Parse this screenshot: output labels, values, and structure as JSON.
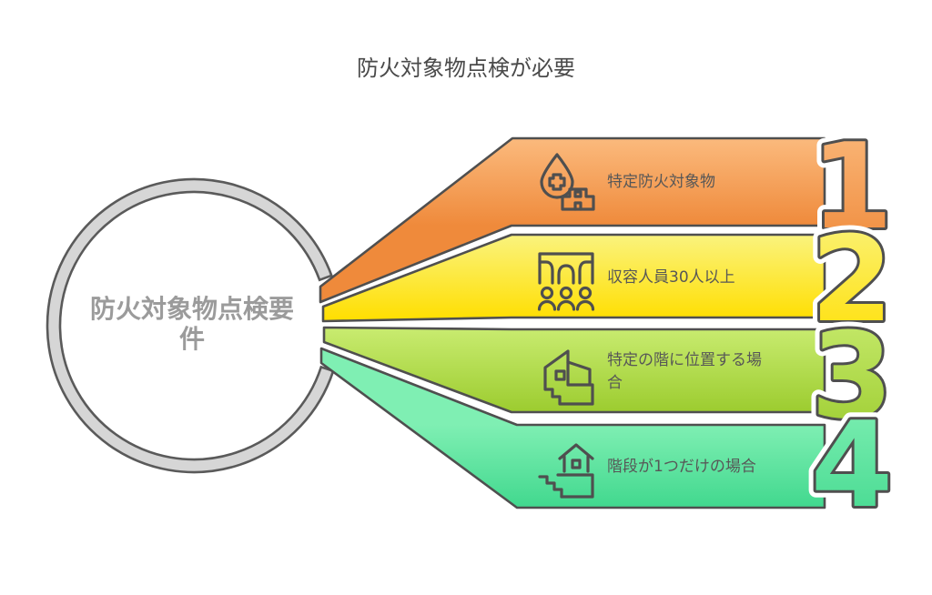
{
  "title": "防火対象物点検が必要",
  "hub": {
    "label_lines": [
      "防火対象物点検要",
      "件"
    ]
  },
  "items": [
    {
      "number": "1",
      "label_lines": [
        "特定防火対象物"
      ],
      "icon": "medical-drop-building-icon",
      "color_light": "#FBBA7D",
      "color_dark": "#EF8A3B"
    },
    {
      "number": "2",
      "label_lines": [
        "収容人員30人以上"
      ],
      "icon": "audience-stage-icon",
      "color_light": "#FAF37E",
      "color_dark": "#FFDF04"
    },
    {
      "number": "3",
      "label_lines": [
        "特定の階に位置する場",
        "合"
      ],
      "icon": "building-floor-steps-icon",
      "color_light": "#C8EB6F",
      "color_dark": "#9CCC2F"
    },
    {
      "number": "4",
      "label_lines": [
        "階段が1つだけの場合"
      ],
      "icon": "house-on-stairs-icon",
      "color_light": "#7FEFB3",
      "color_dark": "#41D88E"
    }
  ],
  "colors": {
    "outline": "#4F4F4F",
    "ring_fill": "#D6D6D6",
    "ring_stroke": "#5A5A5A",
    "hub_text": "#9B9B9B",
    "label_text": "#575757",
    "title_text": "#4A4A4A",
    "background": "#FFFFFF"
  }
}
